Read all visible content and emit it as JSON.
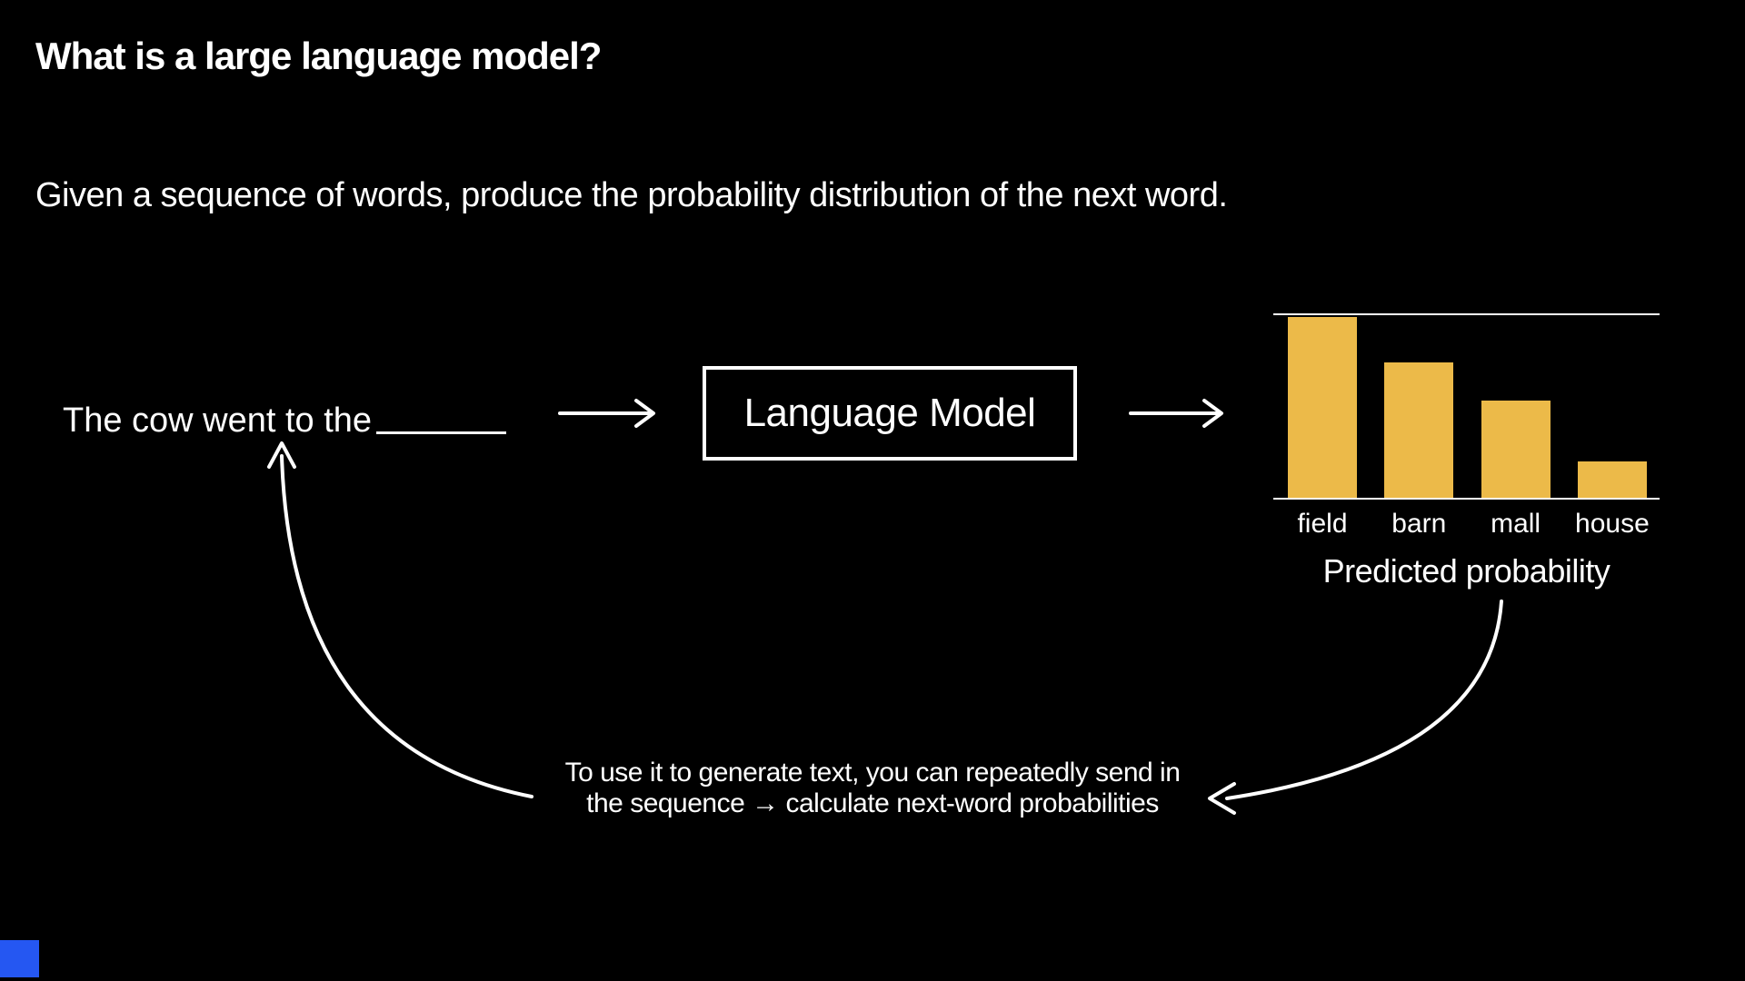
{
  "slide": {
    "title": "What is a large language model?",
    "subtitle": "Given a sequence of words, produce the probability distribution of the next word.",
    "prompt_text": "The cow went to the",
    "model_box_label": "Language Model",
    "note": {
      "lines": [
        "To use it to generate text, you can repeatedly send in",
        "the sequence → calculate next-word probabilities"
      ]
    }
  },
  "chart_data": {
    "type": "bar",
    "categories": [
      "field",
      "barn",
      "mall",
      "house"
    ],
    "values": [
      0.99,
      0.74,
      0.53,
      0.2
    ],
    "title": "Predicted probability",
    "xlabel": "",
    "ylabel": "",
    "ylim": [
      0,
      1
    ],
    "grid": false,
    "legend": false,
    "bar_color": "#ECBA49",
    "axis_line_color": "#FFFFFF"
  },
  "icons": {
    "right_arrow": "→",
    "up_arrowhead": "↑",
    "left_arrowhead": "←"
  },
  "colors": {
    "background": "#000000",
    "text": "#FFFFFF",
    "bar": "#ECBA49",
    "progress_rect": "#2557F2"
  }
}
